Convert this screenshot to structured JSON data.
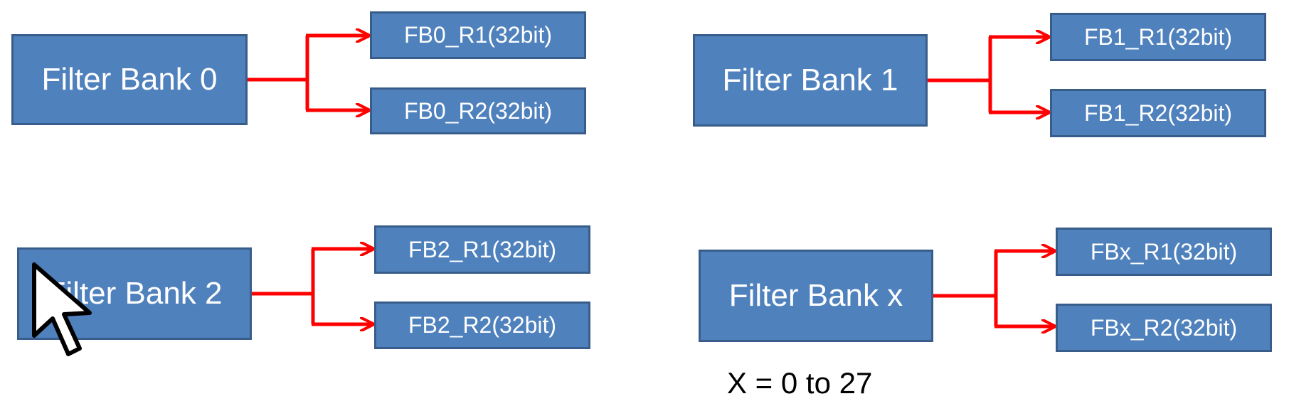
{
  "groups": [
    {
      "bank_label": "Filter Bank 0",
      "register_labels": [
        "FB0_R1(32bit)",
        "FB0_R2(32bit)"
      ]
    },
    {
      "bank_label": "Filter Bank 1",
      "register_labels": [
        "FB1_R1(32bit)",
        "FB1_R2(32bit)"
      ]
    },
    {
      "bank_label": "Filter Bank 2",
      "register_labels": [
        "FB2_R1(32bit)",
        "FB2_R2(32bit)"
      ]
    },
    {
      "bank_label": "Filter Bank x",
      "register_labels": [
        "FBx_R1(32bit)",
        "FBx_R2(32bit)"
      ]
    }
  ],
  "range_note": "X = 0 to 27",
  "colors": {
    "box_fill": "#4f81bd",
    "box_border": "#385d8a",
    "box_text": "#ffffff",
    "connector": "#ff0000"
  },
  "icons": {
    "cursor": "mouse-pointer-icon"
  }
}
